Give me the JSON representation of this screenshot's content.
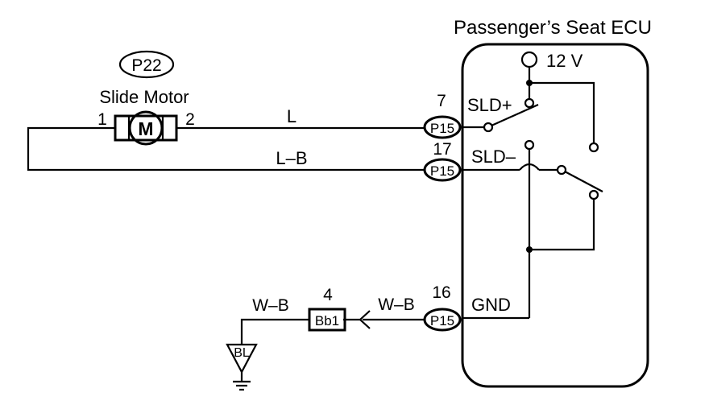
{
  "ecu": {
    "title": "Passenger’s Seat ECU",
    "power": "12 V"
  },
  "motor": {
    "connector": "P22",
    "name": "Slide Motor",
    "symbol": "M",
    "pin_left": "1",
    "pin_right": "2"
  },
  "wires": {
    "top": "L",
    "middle": "L–B",
    "ground_right": "W–B",
    "ground_left": "W–B"
  },
  "pins": [
    {
      "number": "7",
      "connector": "P15",
      "signal": "SLD+"
    },
    {
      "number": "17",
      "connector": "P15",
      "signal": "SLD–"
    },
    {
      "number": "16",
      "connector": "P15",
      "signal": "GND"
    }
  ],
  "junction": {
    "number": "4",
    "connector": "Bb1"
  },
  "ground_point": {
    "label": "BL"
  }
}
